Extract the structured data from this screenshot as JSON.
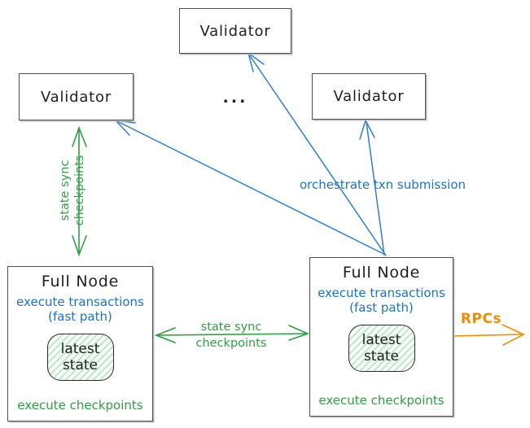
{
  "nodes": {
    "validator_top": {
      "label": "Validator"
    },
    "validator_left": {
      "label": "Validator"
    },
    "validator_right": {
      "label": "Validator"
    },
    "ellipsis": "...",
    "full_node_left": {
      "title": "Full Node",
      "exec_line1": "execute transactions",
      "exec_line2": "(fast path)",
      "state_line1": "latest",
      "state_line2": "state",
      "footer": "execute checkpoints"
    },
    "full_node_right": {
      "title": "Full Node",
      "exec_line1": "execute transactions",
      "exec_line2": "(fast path)",
      "state_line1": "latest",
      "state_line2": "state",
      "footer": "execute checkpoints"
    }
  },
  "edges": {
    "vertical_state_sync": {
      "line1": "state sync",
      "line2": "checkpoints"
    },
    "horizontal_state_sync": {
      "line1": "state sync",
      "line2": "checkpoints"
    },
    "orchestrate_label": "orchestrate txn submission",
    "rpcs_label": "RPCs"
  },
  "colors": {
    "ink": "#1e1e1e",
    "blue": "#1b74c5",
    "green": "#2f9e44",
    "orange": "#f08c00",
    "box_border": "#4f4f4f",
    "state_box_fill": "#f5fbf6",
    "state_box_hatch": "#b9e4c2"
  }
}
